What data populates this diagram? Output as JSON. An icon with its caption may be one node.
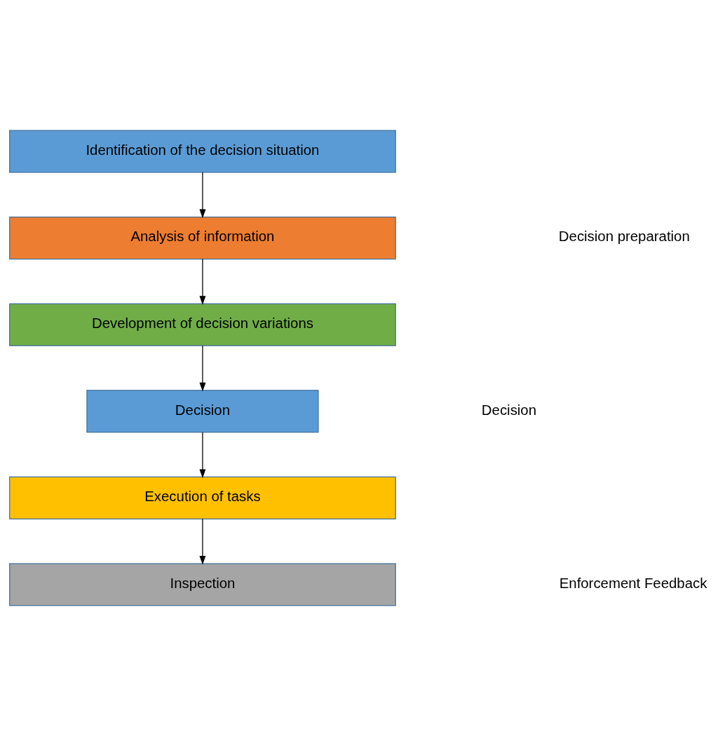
{
  "diagram": {
    "nodes": [
      {
        "text": [
          "Identification of the decision situation"
        ]
      },
      {
        "text": [
          "Analysis of information"
        ]
      },
      {
        "text": [
          "Development of decision variations"
        ]
      },
      {
        "text": [
          "Decision"
        ]
      },
      {
        "text": [
          "Execution of tasks"
        ]
      },
      {
        "text": [
          "Inspection"
        ]
      }
    ],
    "edges": [
      {
        "from": 0,
        "to": 1,
        "arrow": "to"
      },
      {
        "from": 1,
        "to": 2,
        "arrow": "to"
      },
      {
        "from": 2,
        "to": 3,
        "arrow": "to"
      },
      {
        "from": 3,
        "to": 4,
        "arrow": "to"
      },
      {
        "from": 4,
        "to": 5,
        "arrow": "to"
      }
    ],
    "labels": [
      "Decision preparation",
      "Decision",
      "Enforcement Feedback"
    ]
  }
}
